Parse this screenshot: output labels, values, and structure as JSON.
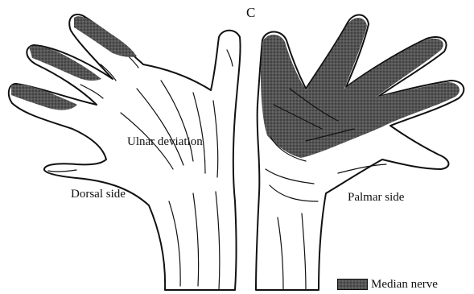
{
  "figure": {
    "panel_letter": "C",
    "labels": {
      "ulnar_deviation": "Ulnar deviation",
      "dorsal_side": "Dorsal side",
      "palmar_side": "Palmar side"
    },
    "legend": {
      "label": "Median nerve",
      "swatch_style": "dark stippled shading"
    },
    "colors": {
      "outline": "#111111",
      "shading": "#4a4a4a",
      "background": "#ffffff"
    }
  }
}
